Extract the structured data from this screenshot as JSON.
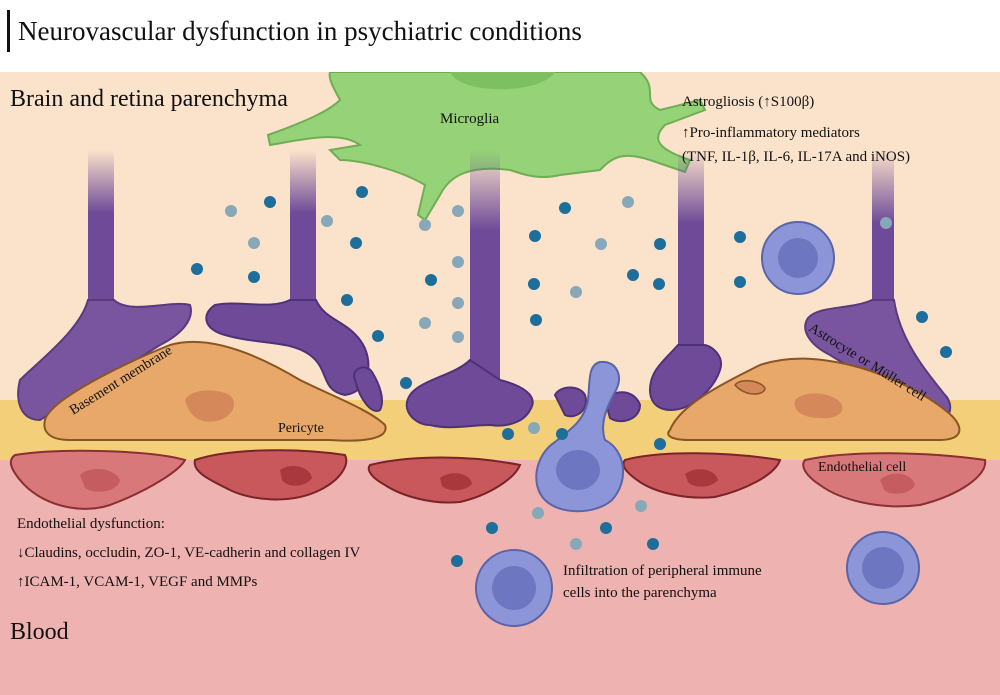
{
  "title": "Neurovascular dysfunction in psychiatric conditions",
  "regions": {
    "parenchyma": "Brain and retina parenchyma",
    "blood": "Blood"
  },
  "labels": {
    "microglia": "Microglia",
    "basement_membrane": "Basement membrane",
    "pericyte": "Pericyte",
    "astrocyte": "Astrocyte or Müller cell",
    "endothelial_cell": "Endothelial cell",
    "infiltration_line1": "Infiltration of peripheral immune",
    "infiltration_line2": "cells into the parenchyma"
  },
  "astrogliosis": {
    "line1": "Astrogliosis (↑S100β)",
    "line2": "↑Pro-inflammatory mediators",
    "line3": "(TNF, IL-1β, IL-6, IL-17A and iNOS)"
  },
  "endothelial_dysfunction": {
    "heading": "Endothelial dysfunction:",
    "line1": "↓Claudins, occludin, ZO-1, VE-cadherin and collagen IV",
    "line2": "↑ICAM-1, VCAM-1, VEGF and MMPs"
  },
  "colors": {
    "parenchyma_bg": "#fbe3cb",
    "basement_layer": "#f2cf78",
    "blood_bg": "#eeb2b0",
    "astrocyte": "#6e4a98",
    "microglia": "#96d277",
    "pericyte": "#e8a86a",
    "endothelial": "#d9787a",
    "immune_cell": "#8c95d8",
    "molecule_dark": "#1d6e9a",
    "molecule_light": "#86a8b8"
  }
}
